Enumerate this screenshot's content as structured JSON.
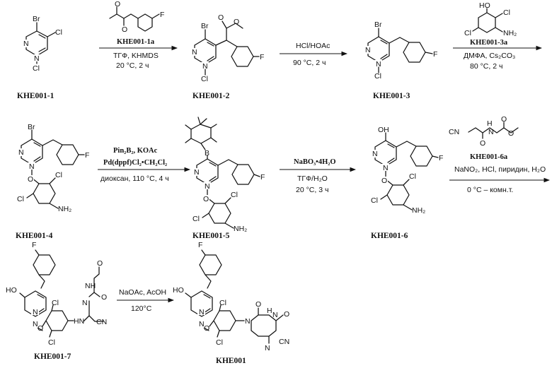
{
  "compounds": {
    "c1": "KHE001-1",
    "c2": "KHE001-2",
    "c3": "KHE001-3",
    "c4": "KHE001-4",
    "c5": "KHE001-5",
    "c6": "KHE001-6",
    "c7": "KHE001-7",
    "c8": "KHE001"
  },
  "atoms": {
    "Br": "Br",
    "Cl": "Cl",
    "F": "F",
    "N": "N",
    "O": "O",
    "HO": "HO",
    "OH": "OH",
    "NH2": "NH₂",
    "NH": "NH",
    "HN": "HN",
    "CN": "CN",
    "B": "B",
    "H": "H"
  },
  "reactions": {
    "r1": {
      "reagent": "KHE001-1a",
      "line1": "ТГФ, KHMDS",
      "line2": "20 °C, 2 ч"
    },
    "r2": {
      "line1": "HCl/HOAc",
      "line2": "90 °C, 2 ч"
    },
    "r3": {
      "reagent": "KHE001-3a",
      "line1": "ДМФА, Cs₂CO₃",
      "line2": "80 °C, 2 ч"
    },
    "r4": {
      "line1": "Pin₂B₂, KOAc",
      "line2": "Pd(dppf)Cl₂•CH₂Cl₂",
      "line3": "диоксан, 110 °C, 4 ч"
    },
    "r5": {
      "line1": "NaBO₃•4H₂O",
      "line2": "ТГФ/H₂O",
      "line3": "20 °C, 3 ч"
    },
    "r6": {
      "reagent": "KHE001-6a",
      "line1": "NaNO₂, HCl, пиридин, H₂O",
      "line2": "0 °C – комн.т."
    },
    "r7": {
      "line1": "NaOAc, AcOH",
      "line2": "120°C"
    }
  }
}
